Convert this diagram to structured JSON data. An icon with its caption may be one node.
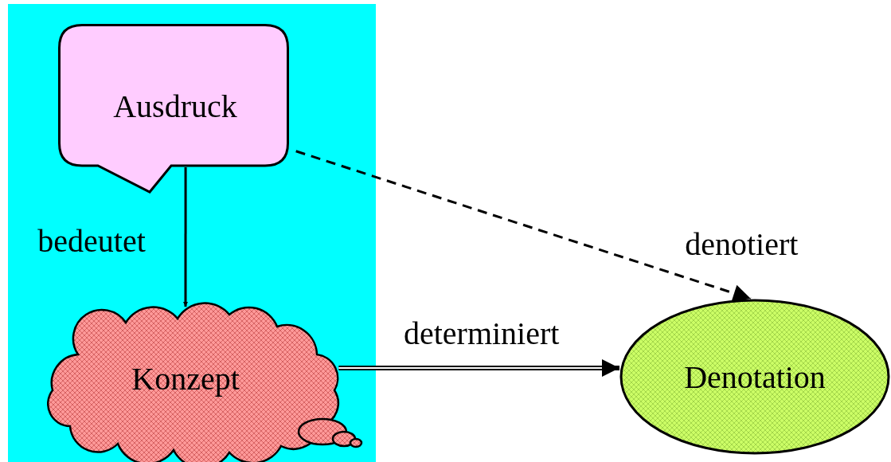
{
  "diagram": {
    "nodes": [
      {
        "text": [
          "Ausdruck"
        ]
      },
      {
        "text": [
          "Konzept"
        ]
      },
      {
        "text": [
          "Denotation"
        ]
      }
    ],
    "edges": [
      {
        "from": 0,
        "to": 1,
        "arrow": "to",
        "label": "bedeutet"
      },
      {
        "from": 0,
        "to": 2,
        "arrow": "to",
        "label": "denotiert",
        "style": "dashed"
      },
      {
        "from": 1,
        "to": 2,
        "arrow": "to",
        "label": "determiniert",
        "style": "thick"
      }
    ]
  }
}
